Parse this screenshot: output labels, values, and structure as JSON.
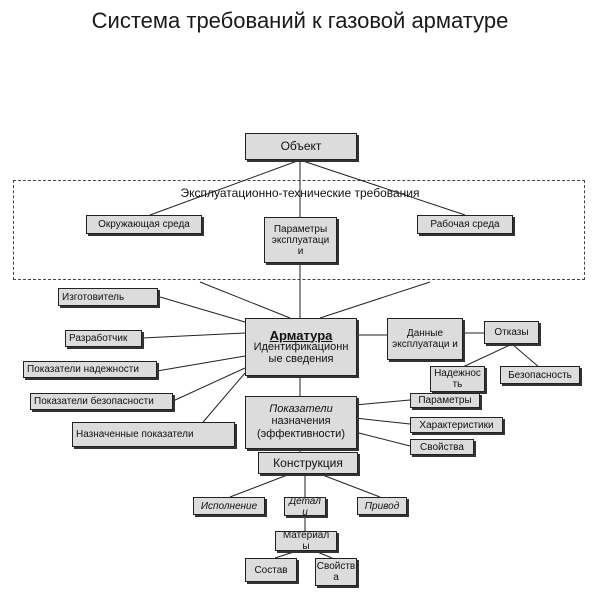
{
  "title": "Система требований к газовой арматуре",
  "frame_label": "Эксплуатационно-технические требования",
  "nodes": {
    "obekt": "Объект",
    "okruzh": "Окружающая среда",
    "param_expl": "Параметры эксплуатаци и",
    "rab_sreda": "Рабочая среда",
    "izgotov": "Изготовитель",
    "razrab": "Разработчик",
    "pok_nadezh": "Показатели надежности",
    "pok_bezop": "Показатели безопасности",
    "naznach": "Назначенные показатели",
    "armatura_title": "Арматура",
    "armatura_sub": "Идентификационн ые сведения",
    "dannye": "Данные эксплуатаци и",
    "otkazy": "Отказы",
    "nadezh": "Надежнос ть",
    "bezop": "Безопасность",
    "pok_naznach": "Показатели",
    "pok_naznach_sub": "назначения (эффективности)",
    "parametry": "Параметры",
    "harakter": "Характеристики",
    "svoistva": "Свойства",
    "konstr": "Конструкция",
    "ispoln": "Исполнение",
    "detal": "Детал и",
    "privod": "Привод",
    "material": "Материал ы",
    "sostav": "Состав",
    "svoistva2": "Свойств а"
  }
}
